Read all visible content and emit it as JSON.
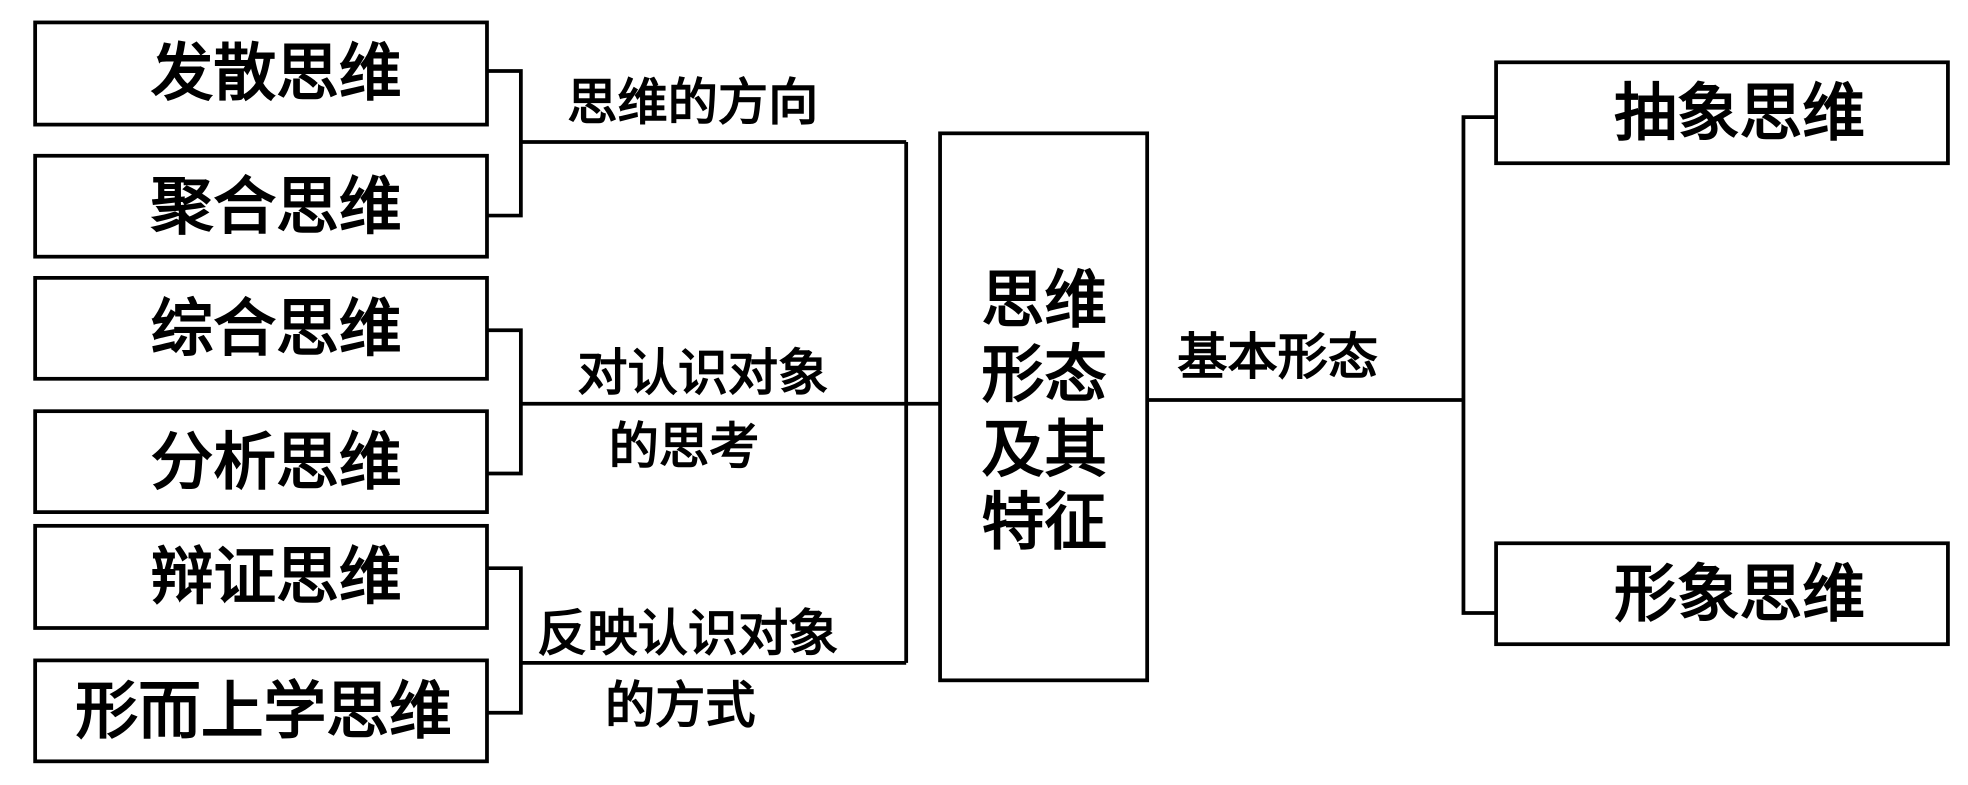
{
  "center": {
    "lines": [
      "思维",
      "形态",
      "及其",
      "特征"
    ]
  },
  "left_groups": [
    {
      "label_lines": [
        "思维的方向"
      ],
      "items": [
        "发散思维",
        "聚合思维"
      ]
    },
    {
      "label_lines": [
        "对认识对象",
        "的思考"
      ],
      "items": [
        "综合思维",
        "分析思维"
      ]
    },
    {
      "label_lines": [
        "反映认识对象",
        "的方式"
      ],
      "items": [
        "辩证思维",
        "形而上学思维"
      ]
    }
  ],
  "right_group": {
    "label": "基本形态",
    "items": [
      "抽象思维",
      "形象思维"
    ]
  }
}
